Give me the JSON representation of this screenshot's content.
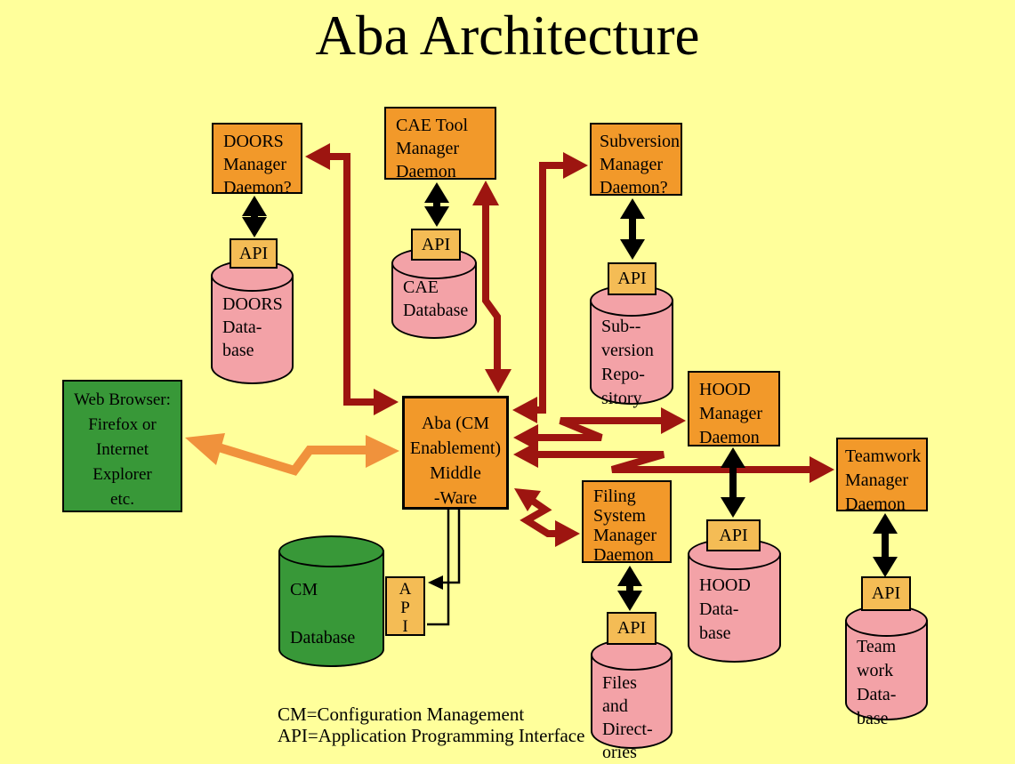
{
  "title": "Aba Architecture",
  "legend": [
    "CM=Configuration Management",
    "API=Application Programming Interface"
  ],
  "api_label": "API",
  "cm_api_lines": [
    "A",
    "P",
    "I"
  ],
  "boxes": {
    "doors": {
      "lines": [
        "DOORS",
        "Manager",
        "Daemon?"
      ]
    },
    "cae": {
      "lines": [
        "CAE Tool",
        "Manager",
        "Daemon"
      ]
    },
    "subversion": {
      "lines": [
        "Subversion",
        "Manager",
        "Daemon?"
      ]
    },
    "aba": {
      "lines": [
        "Aba (CM",
        "Enablement)",
        "Middle",
        "-Ware"
      ]
    },
    "hood": {
      "lines": [
        "HOOD",
        "Manager",
        "Daemon"
      ]
    },
    "filing": {
      "lines": [
        "Filing",
        "System",
        "Manager",
        "Daemon"
      ]
    },
    "teamwork": {
      "lines": [
        "Teamwork",
        "Manager",
        "Daemon"
      ]
    },
    "web_browser": {
      "lines": [
        "Web Browser:",
        "Firefox or",
        "Internet",
        "Explorer",
        "etc."
      ]
    }
  },
  "cylinders": {
    "doors_db": {
      "lines": [
        "DOORS",
        "Data-",
        "base"
      ]
    },
    "cae_db": {
      "lines": [
        "CAE",
        "Database"
      ]
    },
    "svn_repo": {
      "lines": [
        "Sub--",
        "version",
        "Repo-",
        "sitory"
      ]
    },
    "cm_db": {
      "lines": [
        "CM",
        "Database"
      ]
    },
    "hood_db": {
      "lines": [
        "HOOD",
        "Data-",
        "base"
      ]
    },
    "files_db": {
      "lines": [
        "Files",
        "and",
        "Direct-",
        "ories"
      ]
    },
    "teamwork_db": {
      "lines": [
        "Team",
        "work",
        "Data-",
        "base"
      ]
    }
  },
  "colors": {
    "background": "#FFFF9B",
    "manager_box": "#F2992A",
    "api_box": "#F4BC55",
    "database_pink": "#F3A2A7",
    "green": "#389838",
    "arrow_dark_red": "#9D1510",
    "arrow_orange": "#F0923C"
  }
}
